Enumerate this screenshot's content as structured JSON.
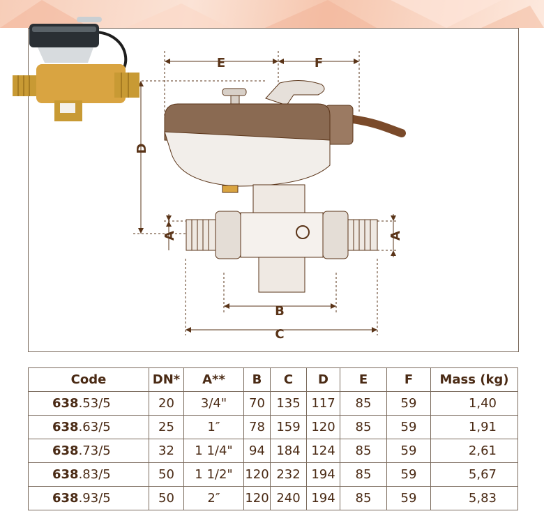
{
  "dimension_labels": {
    "a_left": "A",
    "a_right": "A",
    "b": "B",
    "c": "C",
    "d": "D",
    "e": "E",
    "f": "F"
  },
  "table": {
    "headers": [
      "Code",
      "DN*",
      "A**",
      "B",
      "C",
      "D",
      "E",
      "F",
      "Mass (kg)"
    ],
    "rows": [
      {
        "code_prefix": "638",
        "code_suffix": ".53/5",
        "dn": "20",
        "a": "3/4\"",
        "b": "70",
        "c": "135",
        "d": "117",
        "e": "85",
        "f": "59",
        "mass": "1,40"
      },
      {
        "code_prefix": "638",
        "code_suffix": ".63/5",
        "dn": "25",
        "a": "1″",
        "b": "78",
        "c": "159",
        "d": "120",
        "e": "85",
        "f": "59",
        "mass": "1,91"
      },
      {
        "code_prefix": "638",
        "code_suffix": ".73/5",
        "dn": "32",
        "a": "1 1/4\"",
        "b": "94",
        "c": "184",
        "d": "124",
        "e": "85",
        "f": "59",
        "mass": "2,61"
      },
      {
        "code_prefix": "638",
        "code_suffix": ".83/5",
        "dn": "50",
        "a": "1 1/2\"",
        "b": "120",
        "c": "232",
        "d": "194",
        "e": "85",
        "f": "59",
        "mass": "5,67"
      },
      {
        "code_prefix": "638",
        "code_suffix": ".93/5",
        "dn": "50",
        "a": "2″",
        "b": "120",
        "c": "240",
        "d": "194",
        "e": "85",
        "f": "59",
        "mass": "5,83"
      }
    ]
  },
  "colors": {
    "ink": "#4a2a14",
    "frame": "#7a6a5c",
    "brass": "#d9a441",
    "actuator_top": "#8a6a52"
  }
}
